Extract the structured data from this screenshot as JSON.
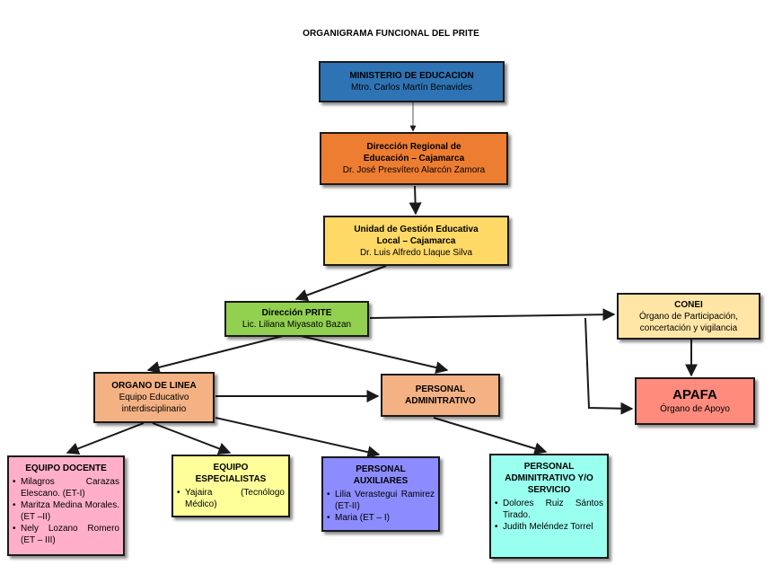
{
  "title": "ORGANIGRAMA FUNCIONAL DEL PRITE",
  "colors": {
    "ministerio": "#2e74b5",
    "regional": "#ed7d31",
    "ugel": "#ffd966",
    "prite": "#92d050",
    "conei": "#ffe6a6",
    "apafa": "#ff8b7d",
    "organo_linea": "#f4b183",
    "personal_admin": "#f4b183",
    "docente": "#ffafc9",
    "especialistas": "#ffff99",
    "auxiliares": "#8c8cff",
    "admin_servicio": "#99ffee",
    "line": "#1a1a1a"
  },
  "nodes": {
    "ministerio": {
      "title": "MINISTERIO DE EDUCACION",
      "subtitle": "Mtro. Carlos Martín Benavides"
    },
    "regional": {
      "title_line1": "Dirección Regional de",
      "title_line2": "Educación – Cajamarca",
      "subtitle": "Dr. José Presvítero Alarcón Zamora"
    },
    "ugel": {
      "title_line1": "Unidad de Gestión Educativa",
      "title_line2": "Local – Cajamarca",
      "subtitle": "Dr. Luis Alfredo Llaque Silva"
    },
    "prite": {
      "title": "Dirección PRITE",
      "subtitle": "Lic. Liliana Miyasato Bazan"
    },
    "conei": {
      "title": "CONEI",
      "subtitle_line1": "Órgano de Participación,",
      "subtitle_line2": "concertación y vigilancia"
    },
    "apafa": {
      "title": "APAFA",
      "subtitle": "Órgano de Apoyo"
    },
    "organo_linea": {
      "title": "ORGANO DE LINEA",
      "subtitle_line1": "Equipo Educativo",
      "subtitle_line2": "interdisciplinario"
    },
    "personal_admin": {
      "title_line1": "PERSONAL",
      "title_line2": "ADMINITRATIVO"
    },
    "docente": {
      "title": "EQUIPO DOCENTE",
      "members": [
        "Milagros Carazas Elescano. (ET-I)",
        "Maritza Medina Morales. (ET –II)",
        "Nely Lozano Romero (ET – III)"
      ]
    },
    "especialistas": {
      "title_line1": "EQUIPO",
      "title_line2": "ESPECIALISTAS",
      "members": [
        "Yajaira (Tecnólogo Médico)"
      ]
    },
    "auxiliares": {
      "title_line1": "PERSONAL",
      "title_line2": "AUXILIARES",
      "members": [
        "Lilia Verastegui Ramirez (ET-II)",
        "Maria (ET – I)"
      ]
    },
    "admin_servicio": {
      "title_line1": "PERSONAL",
      "title_line2": "ADMINITRATIVO Y/O",
      "title_line3": "SERVICIO",
      "members": [
        "Dolores Ruiz Sántos Tirado.",
        "Judith Meléndez Torrel"
      ]
    }
  }
}
